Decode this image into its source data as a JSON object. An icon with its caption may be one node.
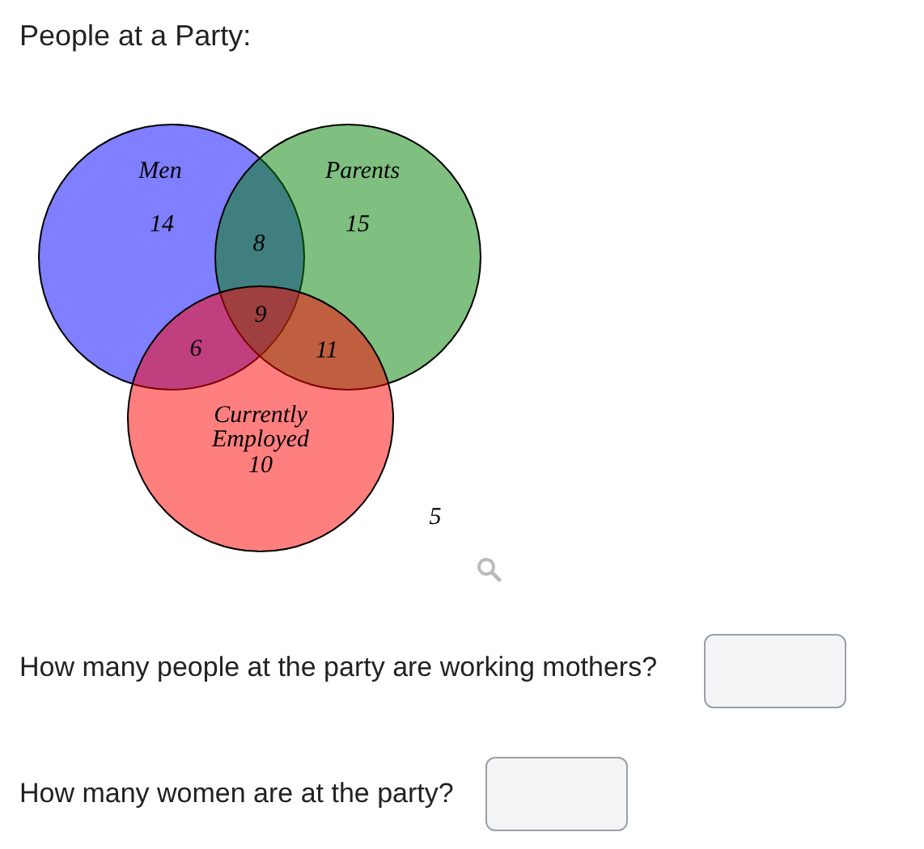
{
  "diagram": {
    "title": "People at a Party:",
    "nodes": [
      {
        "text": [
          "Men",
          "14"
        ]
      },
      {
        "text": [
          "Parents",
          "15"
        ]
      },
      {
        "text": [
          "Currently Employed",
          "10"
        ]
      }
    ],
    "labels": [
      "8",
      "9",
      "6",
      "11",
      "5",
      "How many people at the party are working mothers?",
      "How many women are at the party?"
    ]
  }
}
